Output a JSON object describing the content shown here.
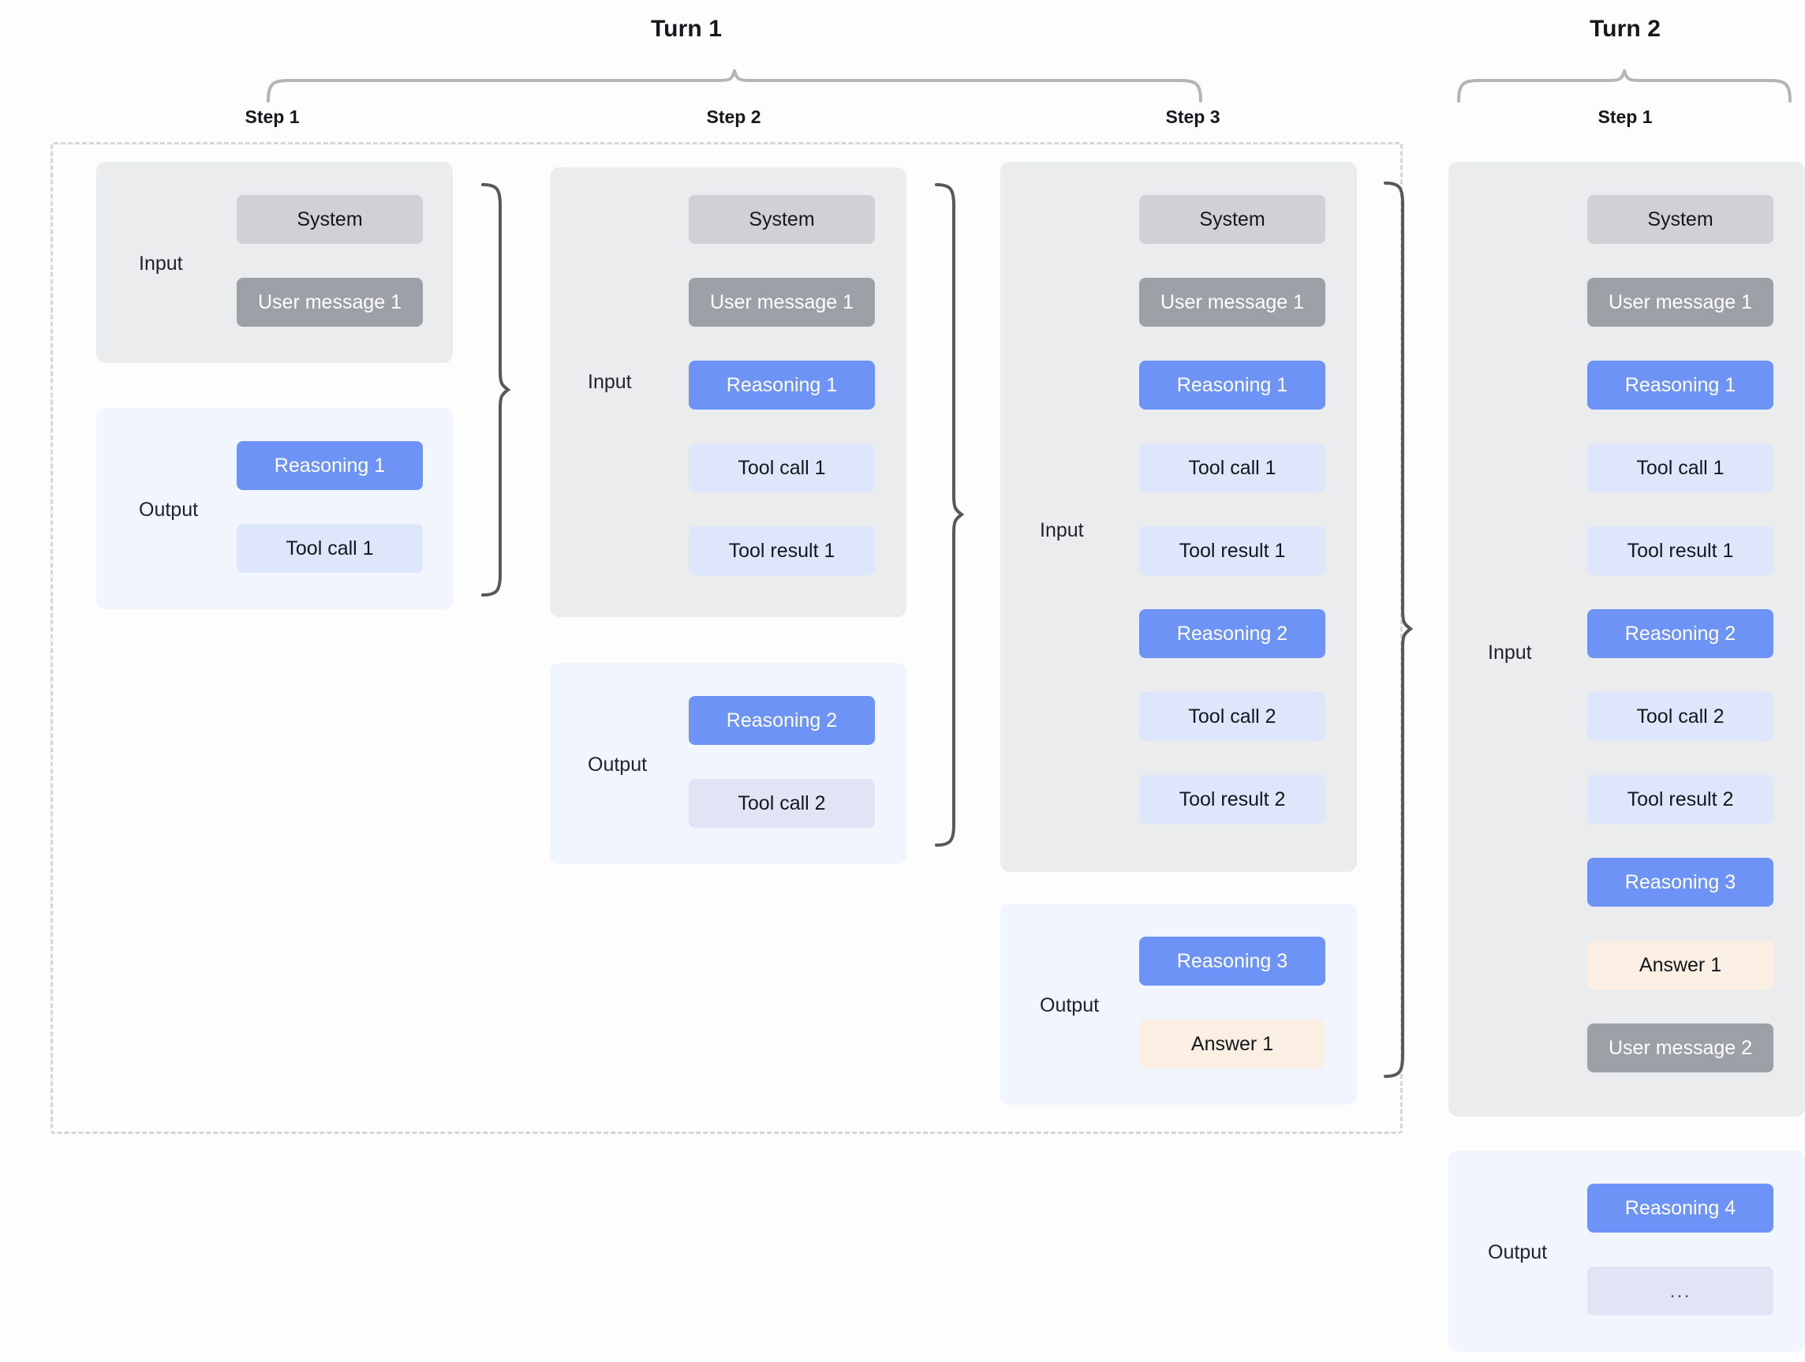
{
  "turns": [
    {
      "id": "turn-1",
      "label": "Turn 1"
    },
    {
      "id": "turn-2",
      "label": "Turn 2"
    }
  ],
  "steps": [
    {
      "id": "turn1-step1",
      "label": "Step 1"
    },
    {
      "id": "turn1-step2",
      "label": "Step 2"
    },
    {
      "id": "turn1-step3",
      "label": "Step 3"
    },
    {
      "id": "turn2-step1",
      "label": "Step 1"
    }
  ],
  "labels": {
    "input": "Input",
    "output": "Output"
  },
  "turn1": {
    "step1": {
      "input": {
        "label": "Input",
        "items": [
          {
            "kind": "system",
            "text": "System"
          },
          {
            "kind": "user",
            "text": "User message 1"
          }
        ]
      },
      "output": {
        "label": "Output",
        "items": [
          {
            "kind": "reasoning",
            "text": "Reasoning 1"
          },
          {
            "kind": "tool",
            "text": "Tool call 1"
          }
        ]
      }
    },
    "step2": {
      "input": {
        "label": "Input",
        "items": [
          {
            "kind": "system",
            "text": "System"
          },
          {
            "kind": "user",
            "text": "User message 1"
          },
          {
            "kind": "reasoning",
            "text": "Reasoning 1"
          },
          {
            "kind": "tool",
            "text": "Tool call 1"
          },
          {
            "kind": "tool",
            "text": "Tool result 1"
          }
        ]
      },
      "output": {
        "label": "Output",
        "items": [
          {
            "kind": "reasoning",
            "text": "Reasoning 2"
          },
          {
            "kind": "toolmuted",
            "text": "Tool call 2"
          }
        ]
      }
    },
    "step3": {
      "input": {
        "label": "Input",
        "items": [
          {
            "kind": "system",
            "text": "System"
          },
          {
            "kind": "user",
            "text": "User message 1"
          },
          {
            "kind": "reasoning",
            "text": "Reasoning 1"
          },
          {
            "kind": "tool",
            "text": "Tool call 1"
          },
          {
            "kind": "tool",
            "text": "Tool result 1"
          },
          {
            "kind": "reasoning",
            "text": "Reasoning 2"
          },
          {
            "kind": "tool",
            "text": "Tool call 2"
          },
          {
            "kind": "tool",
            "text": "Tool result 2"
          }
        ]
      },
      "output": {
        "label": "Output",
        "items": [
          {
            "kind": "reasoning",
            "text": "Reasoning 3"
          },
          {
            "kind": "answer",
            "text": "Answer 1"
          }
        ]
      }
    }
  },
  "turn2": {
    "step1": {
      "input": {
        "label": "Input",
        "items": [
          {
            "kind": "system",
            "text": "System"
          },
          {
            "kind": "user",
            "text": "User message 1"
          },
          {
            "kind": "reasoning",
            "text": "Reasoning 1"
          },
          {
            "kind": "tool",
            "text": "Tool call 1"
          },
          {
            "kind": "tool",
            "text": "Tool result 1"
          },
          {
            "kind": "reasoning",
            "text": "Reasoning 2"
          },
          {
            "kind": "tool",
            "text": "Tool call 2"
          },
          {
            "kind": "tool",
            "text": "Tool result 2"
          },
          {
            "kind": "reasoning",
            "text": "Reasoning 3"
          },
          {
            "kind": "answer",
            "text": "Answer 1"
          },
          {
            "kind": "user",
            "text": "User message 2"
          }
        ]
      },
      "output": {
        "label": "Output",
        "items": [
          {
            "kind": "reasoning",
            "text": "Reasoning 4"
          },
          {
            "kind": "ellipsis",
            "text": "..."
          }
        ]
      }
    }
  },
  "colors": {
    "system": "#cfd1d5",
    "user": "#9ca1a8",
    "reasoning": "#6d93f7",
    "tool": "#dde6fb",
    "tool_muted": "#e0e4f5",
    "answer": "#fbeee2",
    "input_panel": "#ebecee",
    "output_panel": "#f1f5fe",
    "brace": "#55595f",
    "turn_brace": "#b3b5b8",
    "dashed_border": "#d4d6d9",
    "background": "#fdfdfd"
  }
}
